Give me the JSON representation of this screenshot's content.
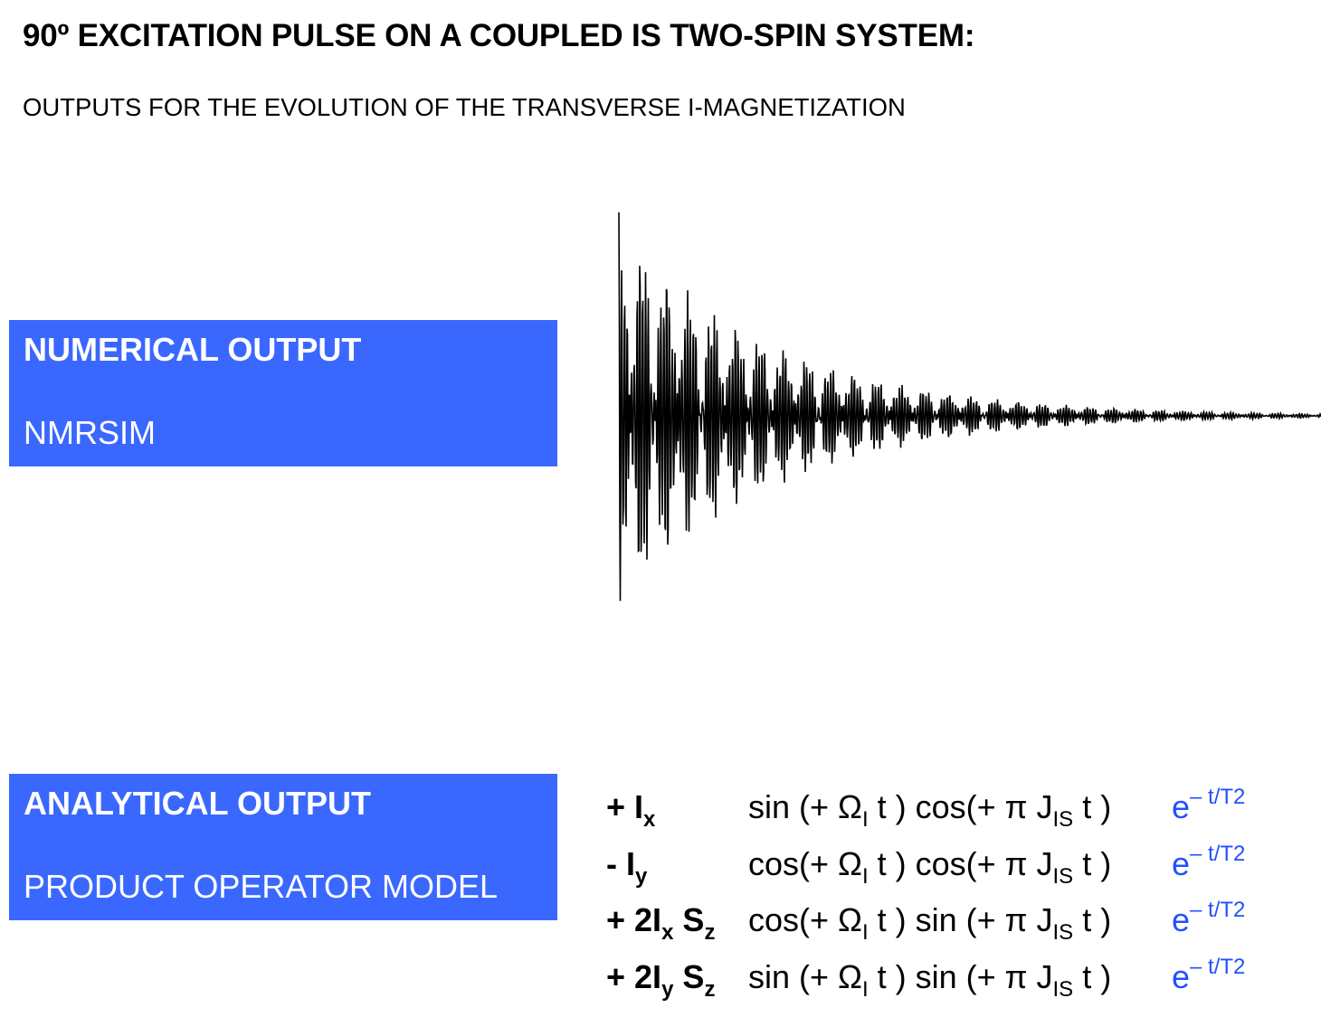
{
  "title": "90º EXCITATION PULSE ON A COUPLED IS TWO-SPIN SYSTEM:",
  "subtitle": "OUTPUTS FOR THE EVOLUTION OF THE TRANSVERSE I-MAGNETIZATION",
  "numerical": {
    "heading": "NUMERICAL OUTPUT",
    "label": "NMRSIM"
  },
  "analytical": {
    "heading": "ANALYTICAL OUTPUT",
    "label": "PRODUCT OPERATOR MODEL"
  },
  "colors": {
    "box": "#3a68ff",
    "exp": "#2350ff"
  },
  "equations": [
    {
      "op": [
        [
          "+ I",
          ""
        ],
        [
          "x",
          "sub"
        ]
      ],
      "fn": [
        [
          "sin (+ Ω",
          ""
        ],
        [
          "I",
          "sub"
        ],
        [
          " t ) cos(+ π J",
          ""
        ],
        [
          "IS",
          "sub"
        ],
        [
          " t )",
          ""
        ]
      ],
      "ex": [
        [
          "e",
          ""
        ],
        [
          "– t/T2",
          "sup"
        ]
      ]
    },
    {
      "op": [
        [
          "-  I",
          ""
        ],
        [
          "y",
          "sub"
        ]
      ],
      "fn": [
        [
          "cos(+ Ω",
          ""
        ],
        [
          "I",
          "sub"
        ],
        [
          " t ) cos(+ π J",
          ""
        ],
        [
          "IS",
          "sub"
        ],
        [
          " t )",
          ""
        ]
      ],
      "ex": [
        [
          "e",
          ""
        ],
        [
          "– t/T2",
          "sup"
        ]
      ]
    },
    {
      "op": [
        [
          "+ 2I",
          ""
        ],
        [
          "x",
          "sub"
        ],
        [
          " S",
          ""
        ],
        [
          "z",
          "sub"
        ]
      ],
      "fn": [
        [
          "cos(+ Ω",
          ""
        ],
        [
          "I",
          "sub"
        ],
        [
          " t ) sin (+ π J",
          ""
        ],
        [
          "IS",
          "sub"
        ],
        [
          " t )",
          ""
        ]
      ],
      "ex": [
        [
          "e",
          ""
        ],
        [
          "– t/T2",
          "sup"
        ]
      ]
    },
    {
      "op": [
        [
          "+ 2I",
          ""
        ],
        [
          "y",
          "sub"
        ],
        [
          " S",
          ""
        ],
        [
          "z",
          "sub"
        ]
      ],
      "fn": [
        [
          "sin (+ Ω",
          ""
        ],
        [
          "I",
          "sub"
        ],
        [
          " t ) sin (+ π J",
          ""
        ],
        [
          "IS",
          "sub"
        ],
        [
          " t )",
          ""
        ]
      ],
      "ex": [
        [
          "e",
          ""
        ],
        [
          "– t/T2",
          "sup"
        ]
      ]
    }
  ]
}
